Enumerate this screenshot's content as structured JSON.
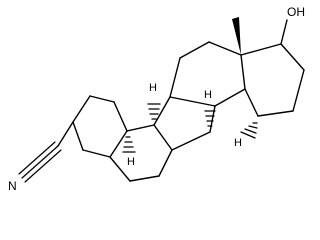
{
  "molecule": {
    "atom_labels": {
      "hydroxyl": "OH",
      "nitrile_nitrogen": "N"
    },
    "stereo_hydrogen_label": "H",
    "stereo_hydrogen_count": 4,
    "methyl_wedge_count": 1
  }
}
